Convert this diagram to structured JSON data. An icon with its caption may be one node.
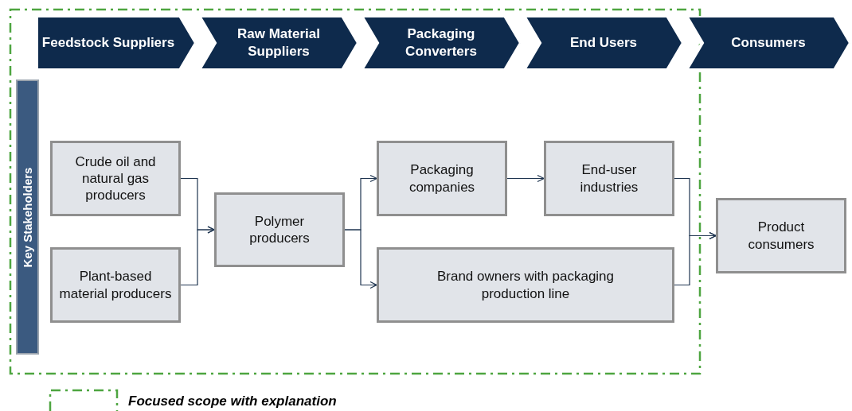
{
  "diagram": {
    "nodes": [
      {
        "text": [
          "Feedstock Suppliers"
        ]
      },
      {
        "text": [
          "Raw Material Suppliers"
        ]
      },
      {
        "text": [
          "Packaging Converters"
        ]
      },
      {
        "text": [
          "End Users"
        ]
      },
      {
        "text": [
          "Consumers"
        ]
      },
      {
        "text": [
          "Key Stakeholders"
        ]
      },
      {
        "text": [
          "Crude oil and natural gas producers"
        ]
      },
      {
        "text": [
          "Plant-based material producers"
        ]
      },
      {
        "text": [
          "Polymer producers"
        ]
      },
      {
        "text": [
          "Packaging companies"
        ]
      },
      {
        "text": [
          "End-user industries"
        ]
      },
      {
        "text": [
          "Brand owners with packaging production line"
        ]
      },
      {
        "text": [
          "Product consumers"
        ]
      }
    ],
    "edges": [
      {
        "from": 6,
        "to": 8,
        "arrow": "to"
      },
      {
        "from": 7,
        "to": 8,
        "arrow": "to"
      },
      {
        "from": 8,
        "to": 9,
        "arrow": "to"
      },
      {
        "from": 8,
        "to": 11,
        "arrow": "to"
      },
      {
        "from": 9,
        "to": 10,
        "arrow": "to"
      },
      {
        "from": 10,
        "to": 12,
        "arrow": "to"
      },
      {
        "from": 11,
        "to": 12,
        "arrow": "to"
      }
    ],
    "legend": [
      {
        "text": "Focused scope with explanation"
      }
    ]
  }
}
